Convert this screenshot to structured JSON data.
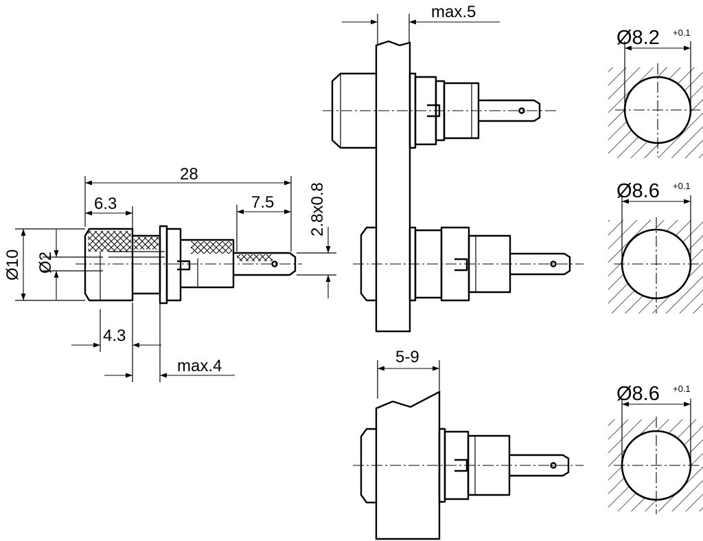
{
  "dimensions": {
    "length": "28",
    "front_length": "6.3",
    "pin_length": "7.5",
    "tab": "2.8x0.8",
    "outer_diameter": "Ø10",
    "bore_diameter": "Ø2",
    "collar": "4.3",
    "panel_max": "max.4",
    "panel_max_top": "max.5",
    "panel_range": "5-9"
  },
  "holes": [
    {
      "diameter": "Ø8.2",
      "tolerance": "+0.1"
    },
    {
      "diameter": "Ø8.6",
      "tolerance": "+0.1"
    },
    {
      "diameter": "Ø8.6",
      "tolerance": "+0.1"
    }
  ]
}
